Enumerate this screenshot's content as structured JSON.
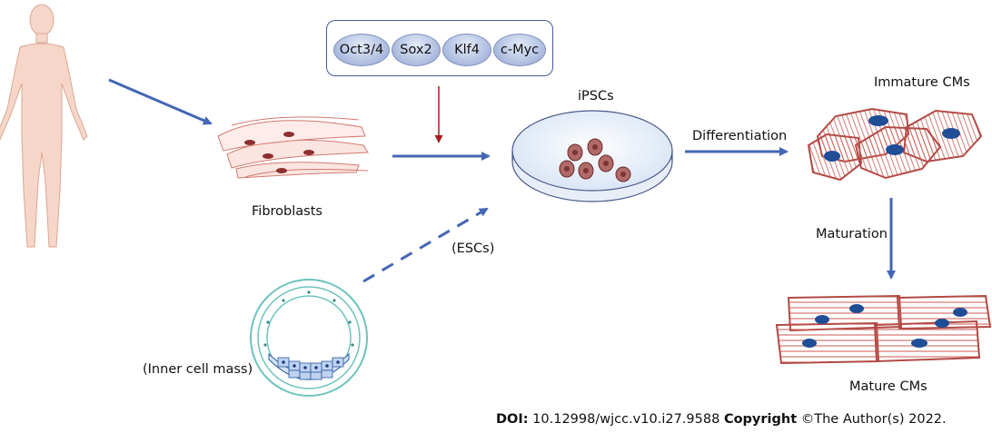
{
  "transcription_factors": [
    "Oct3/4",
    "Sox2",
    "Klf4",
    "c-Myc"
  ],
  "labels": {
    "fibroblasts": "Fibroblasts",
    "ipscs": "iPSCs",
    "differentiation": "Differentiation",
    "immature_cms": "Immature CMs",
    "maturation": "Maturation",
    "mature_cms": "Mature CMs",
    "escs": "(ESCs)",
    "inner_cell_mass": "(Inner cell mass)"
  },
  "footer": {
    "doi_label": "DOI:",
    "doi_value": "10.12998/wjcc.v10.i27.9588",
    "copyright_label": "Copyright",
    "copyright_text": "©The Author(s) 2022."
  },
  "colors": {
    "arrow_blue": "#4466b4",
    "arrow_red": "#a61d1d",
    "body_skin": "#f6d6c8",
    "cell_outline": "#c95a52",
    "nucleus_red": "#9b3a3a",
    "nucleus_blue": "#1f4e96",
    "dish_blue": "#dce7f5",
    "blastocyst_teal": "#6cc3bd"
  }
}
